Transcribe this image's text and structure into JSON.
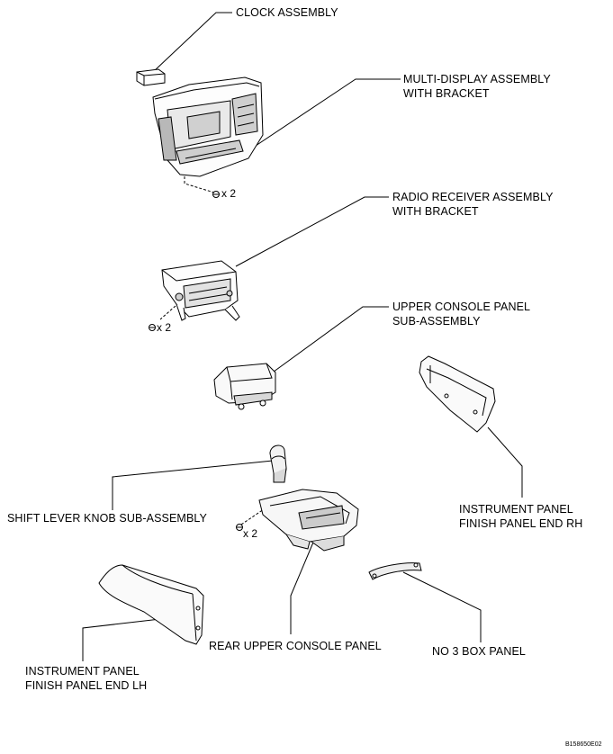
{
  "labels": {
    "clock": "CLOCK ASSEMBLY",
    "multi_display_1": "MULTI-DISPLAY ASSEMBLY",
    "multi_display_2": "WITH BRACKET",
    "radio_1": "RADIO RECEIVER ASSEMBLY",
    "radio_2": "WITH BRACKET",
    "upper_console_1": "UPPER CONSOLE PANEL",
    "upper_console_2": "SUB-ASSEMBLY",
    "finish_rh_1": "INSTRUMENT PANEL",
    "finish_rh_2": "FINISH PANEL END RH",
    "shift_knob": "SHIFT LEVER KNOB SUB-ASSEMBLY",
    "rear_console": "REAR UPPER CONSOLE PANEL",
    "no3_box": "NO  3 BOX PANEL",
    "finish_lh_1": "INSTRUMENT PANEL",
    "finish_lh_2": "FINISH PANEL END LH"
  },
  "quantities": {
    "multi_display_screws": "x 2",
    "radio_screws": "x 2",
    "rear_console_screws": "x 2"
  },
  "figure_code": "B158650E02"
}
